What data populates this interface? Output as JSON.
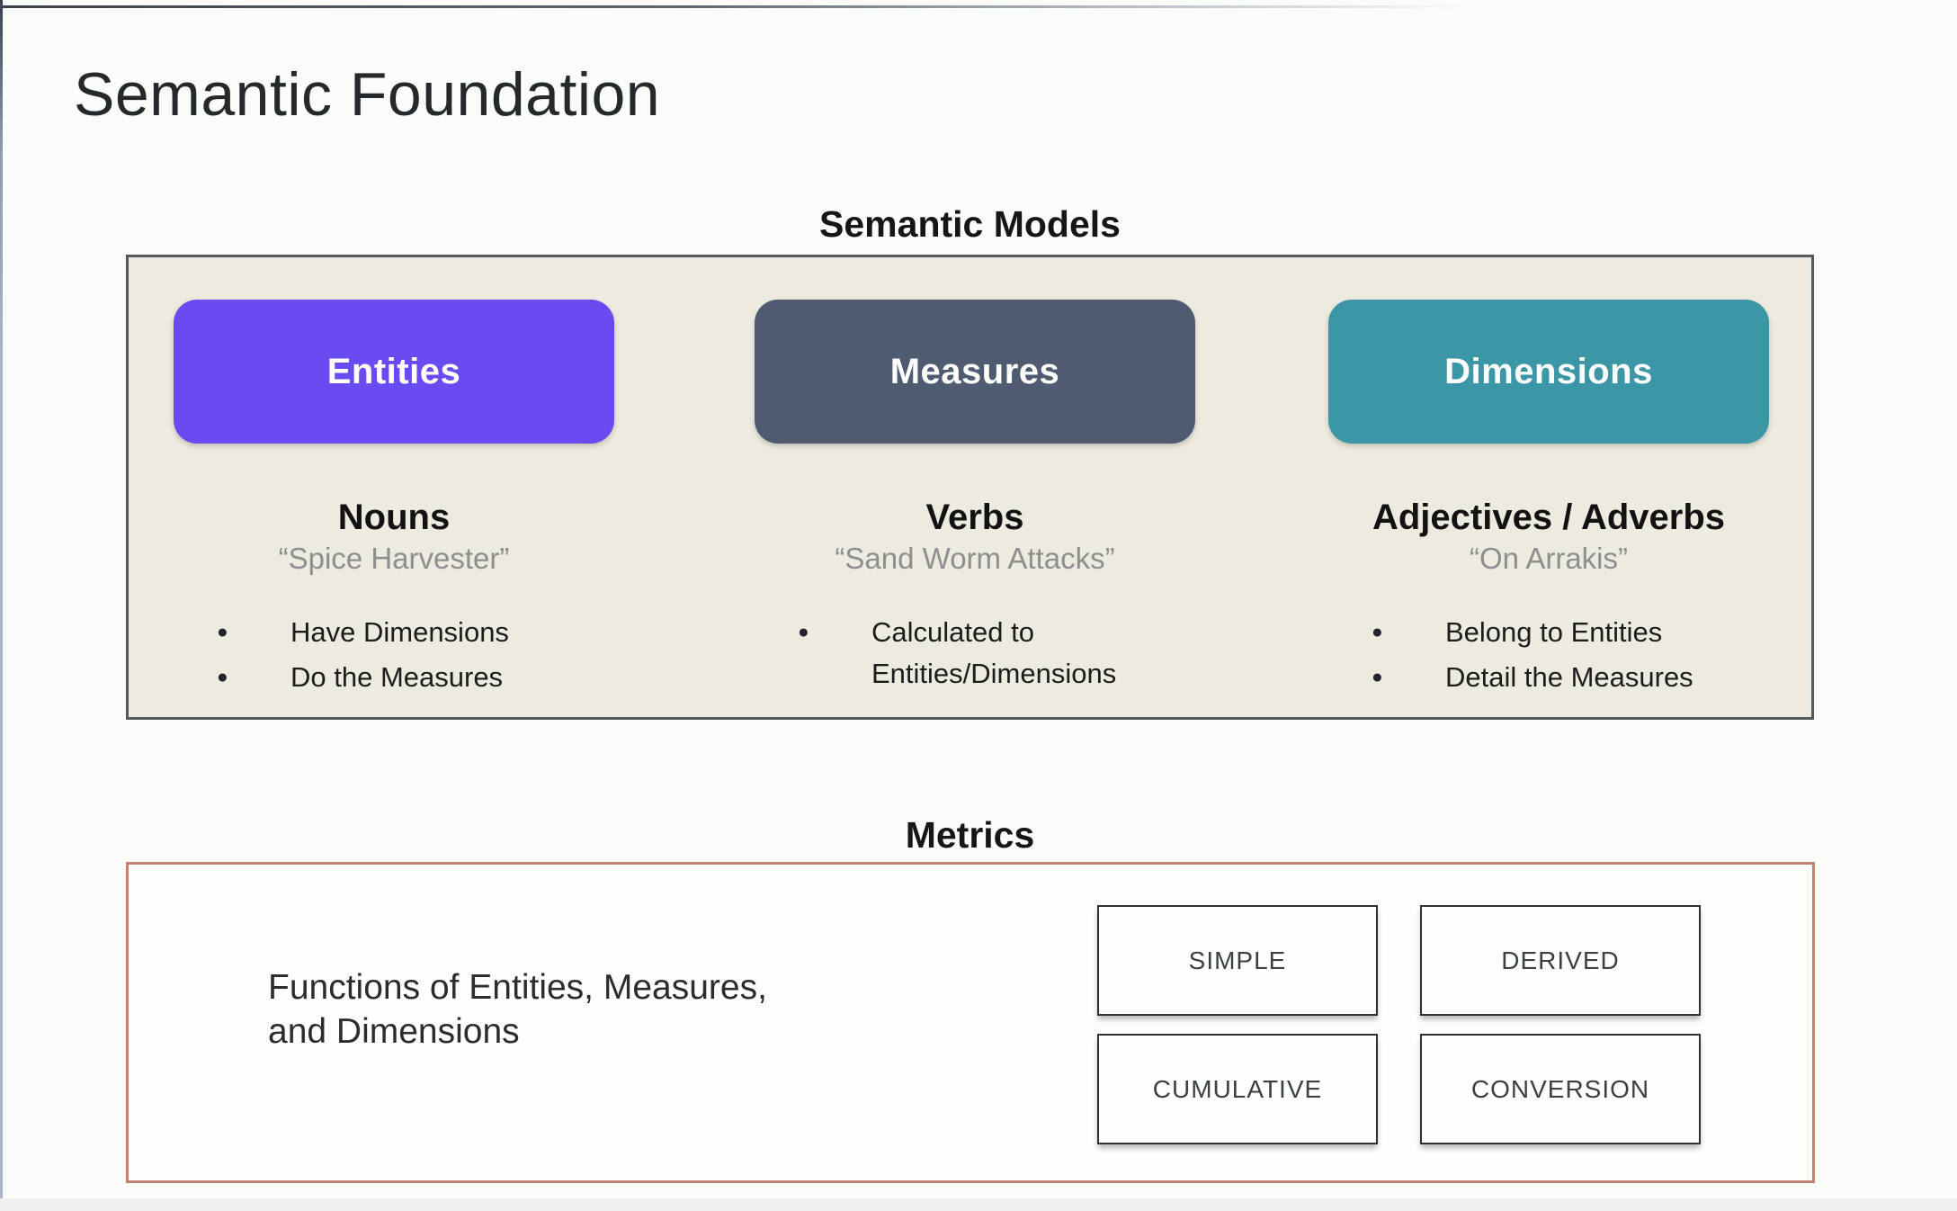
{
  "slide": {
    "title": "Semantic Foundation"
  },
  "semantic_models": {
    "heading": "Semantic Models",
    "columns": [
      {
        "pill_label": "Entities",
        "pill_color": "#6a4bf1",
        "word_type": "Nouns",
        "example_quote": "“Spice Harvester”",
        "bullets": [
          "Have Dimensions",
          "Do the Measures"
        ]
      },
      {
        "pill_label": "Measures",
        "pill_color": "#4e5b70",
        "word_type": "Verbs",
        "example_quote": "“Sand Worm Attacks”",
        "bullets": [
          "Calculated to Entities/Dimensions"
        ]
      },
      {
        "pill_label": "Dimensions",
        "pill_color": "#3b96a6",
        "word_type": "Adjectives / Adverbs",
        "example_quote": "“On Arrakis”",
        "bullets": [
          "Belong to Entities",
          "Detail the Measures"
        ]
      }
    ]
  },
  "metrics": {
    "heading": "Metrics",
    "description": [
      "Functions of Entities, Measures,",
      "and Dimensions"
    ],
    "types": [
      "SIMPLE",
      "DERIVED",
      "CUMULATIVE",
      "CONVERSION"
    ],
    "border_color": "#bf8571"
  },
  "colors": {
    "models_box_bg": "#edebdf",
    "models_box_border": "#525b5a"
  }
}
